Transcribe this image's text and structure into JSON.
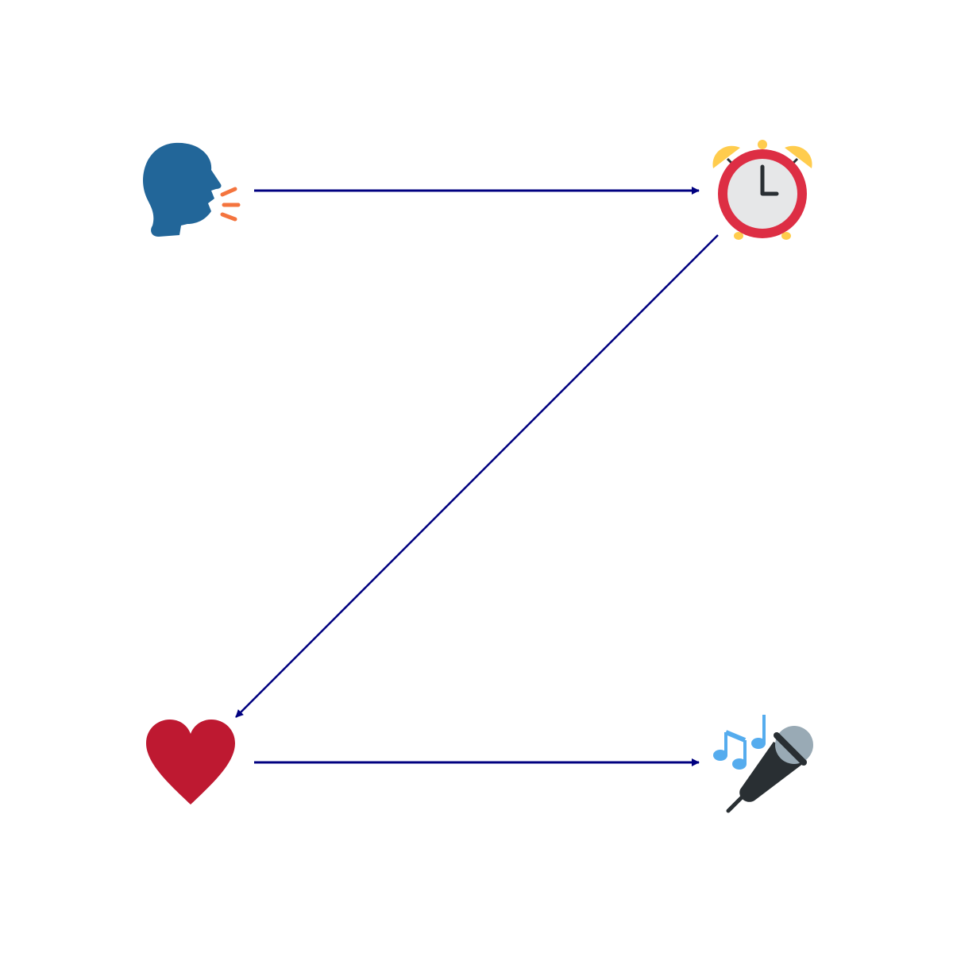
{
  "diagram": {
    "arrow_color": "#000080",
    "nodes": [
      {
        "id": "speaking-head",
        "icon": "speaking-head-icon"
      },
      {
        "id": "alarm-clock",
        "icon": "alarm-clock-icon"
      },
      {
        "id": "heart",
        "icon": "red-heart-icon"
      },
      {
        "id": "microphone",
        "icon": "karaoke-microphone-icon"
      }
    ],
    "edges": [
      {
        "from": "speaking-head",
        "to": "alarm-clock"
      },
      {
        "from": "alarm-clock",
        "to": "heart"
      },
      {
        "from": "heart",
        "to": "microphone"
      }
    ],
    "colors": {
      "head": "#226699",
      "sound_lines": "#F4743E",
      "clock_ring": "#DD2E44",
      "clock_face": "#E6E7E8",
      "clock_bells": "#FFCC4D",
      "clock_hands": "#292F33",
      "heart": "#BE1931",
      "notes": "#55ACEE",
      "mic_head": "#99AAB5",
      "mic_body": "#292F33"
    }
  }
}
